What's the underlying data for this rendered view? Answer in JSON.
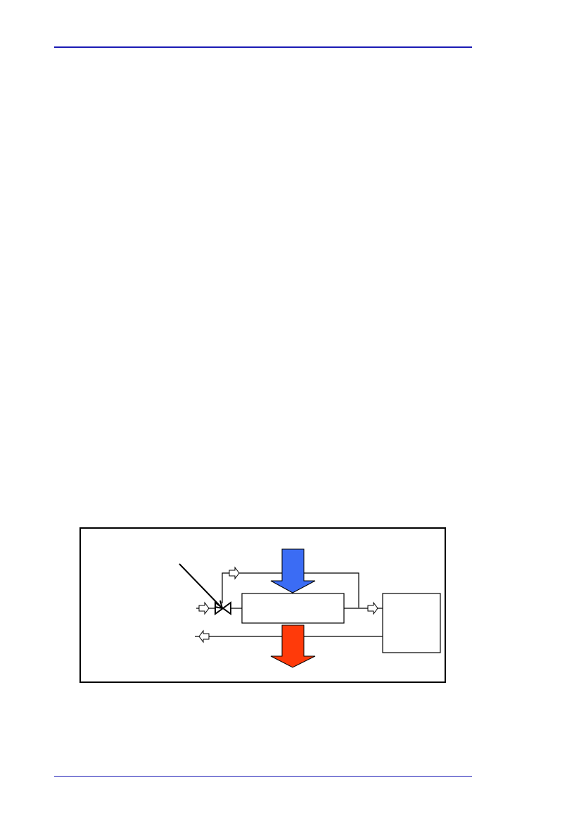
{
  "colors": {
    "rule": "#1a1ab4",
    "cold_flow": "#3b6cf4",
    "hot_flow": "#ff3a0a",
    "line": "#000000",
    "box_fill": "#ffffff"
  },
  "diagram": {
    "figure_frame": {
      "name": "figure-frame"
    },
    "components": [
      {
        "name": "heat-exchanger-box"
      },
      {
        "name": "receiver-box"
      },
      {
        "name": "control-valve-icon"
      }
    ],
    "flow_arrows": [
      {
        "name": "cold-flow-arrow",
        "direction": "down",
        "color_key": "cold_flow"
      },
      {
        "name": "hot-flow-arrow",
        "direction": "down",
        "color_key": "hot_flow"
      },
      {
        "name": "bypass-inlet-arrow-icon",
        "direction": "right"
      },
      {
        "name": "main-inlet-arrow-icon",
        "direction": "right"
      },
      {
        "name": "outlet-arrow-icon",
        "direction": "right"
      },
      {
        "name": "return-arrow-icon",
        "direction": "left"
      }
    ],
    "pointer": {
      "name": "valve-pointer-arrow"
    }
  }
}
